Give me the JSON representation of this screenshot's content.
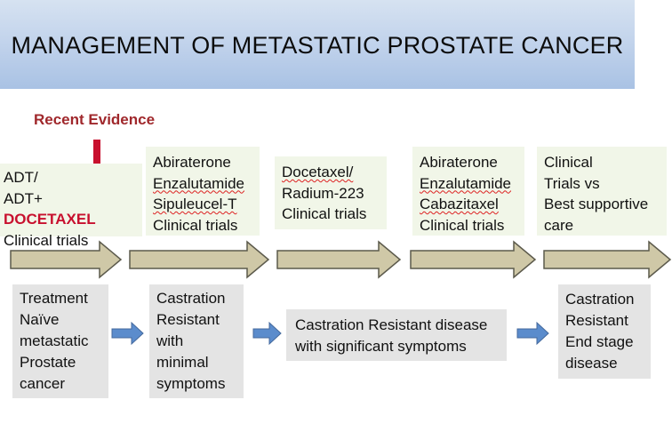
{
  "title": "MANAGEMENT OF METASTATIC PROSTATE CANCER",
  "recent_evidence": "Recent Evidence",
  "treatments": [
    {
      "lines": [
        "ADT/",
        "ADT+ ",
        "DOCETAXEL",
        "Clinical trials"
      ]
    },
    {
      "lines": [
        "Abiraterone",
        "Enzalutamide",
        "Sipuleucel-T",
        "Clinical trials"
      ]
    },
    {
      "lines": [
        "Docetaxel/",
        "Radium-223",
        "Clinical trials"
      ]
    },
    {
      "lines": [
        "Abiraterone",
        "Enzalutamide",
        "Cabazitaxel",
        "Clinical trials"
      ]
    },
    {
      "lines": [
        "Clinical",
        "Trials vs",
        "Best supportive",
        "care"
      ]
    }
  ],
  "stages": [
    {
      "lines": [
        "Treatment",
        "Naïve",
        "metastatic",
        "Prostate",
        "cancer"
      ]
    },
    {
      "lines": [
        "Castration",
        "Resistant",
        "with",
        "minimal",
        "symptoms"
      ]
    },
    {
      "lines": [
        "Castration Resistant disease",
        "with significant symptoms"
      ]
    },
    {
      "lines": [
        "Castration",
        "Resistant",
        "End stage",
        "disease"
      ]
    }
  ],
  "colors": {
    "banner": "#b9cde8",
    "recent_evidence": "#a0282c",
    "red_arrow": "#c8102e",
    "treatment_box": "#f1f6e8",
    "stage_box": "#e4e4e4",
    "big_arrow_fill": "#cfc8a7",
    "big_arrow_stroke": "#5c5a4c",
    "small_arrow": "#5b8ccc"
  }
}
